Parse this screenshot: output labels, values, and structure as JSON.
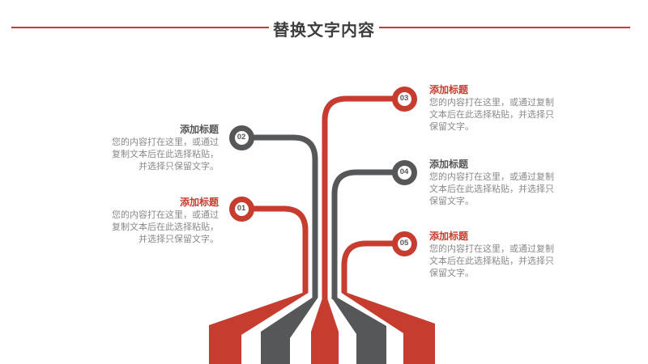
{
  "header": {
    "title": "替换文字内容"
  },
  "colors": {
    "accent_red": "#c63c2e",
    "dark_gray": "#565759",
    "body_text": "#87898c"
  },
  "items": [
    {
      "num": "01",
      "title": "添加标题",
      "accent": "red",
      "side": "left",
      "body": "您的内容打在这里，或通过复制文本后在此选择粘贴，并选择只保留文字。"
    },
    {
      "num": "02",
      "title": "添加标题",
      "accent": "gray",
      "side": "left",
      "body": "您的内容打在这里，或通过复制文本后在此选择粘贴，并选择只保留文字。"
    },
    {
      "num": "03",
      "title": "添加标题",
      "accent": "red",
      "side": "right",
      "body": "您的内容打在这里，或通过复制文本后在此选择粘贴，并选择只保留文字。"
    },
    {
      "num": "04",
      "title": "添加标题",
      "accent": "gray",
      "side": "right",
      "body": "您的内容打在这里，或通过复制文本后在此选择粘贴，并选择只保留文字。"
    },
    {
      "num": "05",
      "title": "添加标题",
      "accent": "red",
      "side": "right",
      "body": "您的内容打在这里，或通过复制文本后在此选择粘贴，并选择只保留文字。"
    }
  ]
}
